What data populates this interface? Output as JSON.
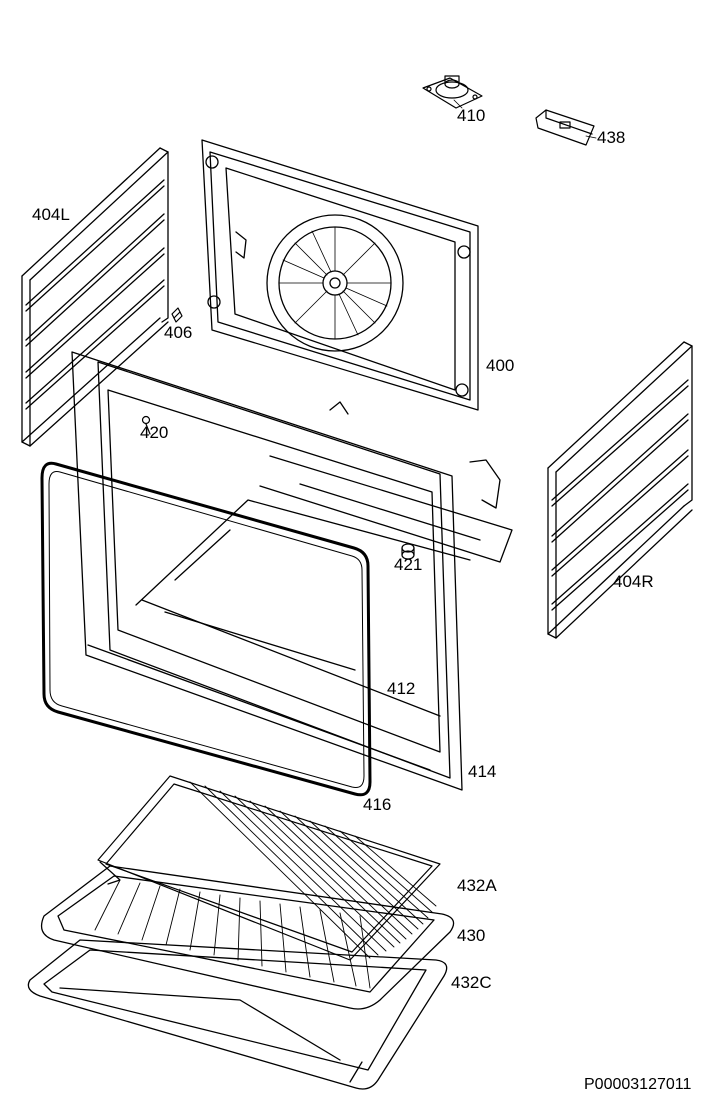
{
  "diagram": {
    "labels": {
      "p410": "410",
      "p438": "438",
      "p404L": "404L",
      "p406": "406",
      "p400": "400",
      "p420": "420",
      "p421": "421",
      "p404R": "404R",
      "p412": "412",
      "p414": "414",
      "p416": "416",
      "p432A": "432A",
      "p430": "430",
      "p432C": "432C"
    },
    "drawing_code": "P00003127011"
  }
}
